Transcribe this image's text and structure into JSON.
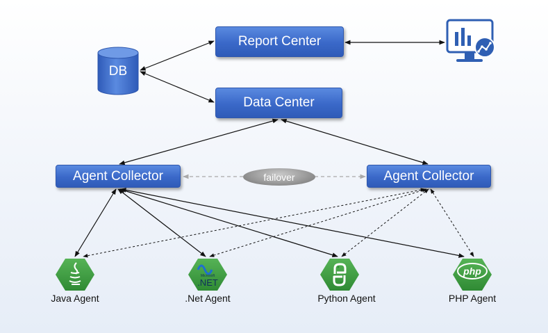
{
  "nodes": {
    "db": "DB",
    "report_center": "Report Center",
    "data_center": "Data Center",
    "collector_left": "Agent Collector",
    "collector_right": "Agent Collector",
    "failover": "failover"
  },
  "agents": {
    "java": {
      "label": "Java Agent",
      "icon": "java-icon"
    },
    "dotnet": {
      "label": ".Net Agent",
      "icon": "dotnet-icon",
      "badge_top": "Microsoft",
      "badge_main": ".NET"
    },
    "python": {
      "label": "Python Agent",
      "icon": "python-icon"
    },
    "php": {
      "label": "PHP Agent",
      "icon": "php-icon",
      "badge_main": "php"
    }
  },
  "colors": {
    "box_blue": "#3a68c8",
    "hex_green": "#3f9a3f",
    "monitor_blue": "#2f5fb3"
  }
}
